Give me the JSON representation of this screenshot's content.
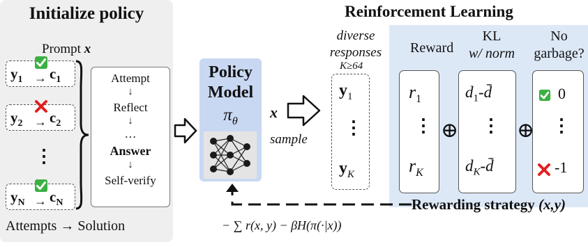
{
  "init_panel": {
    "title": "Initialize policy",
    "prompt_prefix": "Prompt ",
    "prompt_var": "x",
    "vdots": "⋮",
    "steps": [
      "Attempt",
      "Reflect",
      "…",
      "Answer",
      "Self-verify"
    ],
    "step_arrow": "↓",
    "caption": "Attempts → Solution",
    "attempts": [
      {
        "y": "y",
        "y_sub": "1",
        "c": "c",
        "c_sub": "1",
        "mark": "check"
      },
      {
        "y": "y",
        "y_sub": "2",
        "c": "c",
        "c_sub": "2",
        "mark": "cross"
      },
      {
        "y": "y",
        "y_sub": "N",
        "c": "c",
        "c_sub": "N",
        "mark": "check"
      }
    ],
    "arrow_glyph": "→"
  },
  "policy": {
    "title_line1": "Policy",
    "title_line2": "Model",
    "symbol": "π",
    "symbol_sub": "θ",
    "icon": "neural-network-icon"
  },
  "flow": {
    "x_label": "x",
    "sample_label": "sample",
    "responses_line1": "diverse",
    "responses_line2": "responses",
    "k_label": "K≥64",
    "responses": [
      "y",
      "⋮",
      "y"
    ],
    "response_subs": [
      "1",
      "",
      "K"
    ]
  },
  "rl": {
    "title": "Reinforcement Learning",
    "reward_header": "Reward",
    "reward_items": [
      "r",
      "⋮",
      "r"
    ],
    "reward_subs": [
      "1",
      "",
      "K"
    ],
    "kl_header_line1": "KL",
    "kl_header_line2": "w/ norm",
    "kl_items": [
      "d",
      "⋮",
      "d"
    ],
    "kl_subs": [
      "1",
      "",
      "K"
    ],
    "kl_bar": "-d̄",
    "garbage_header_line1": "No",
    "garbage_header_line2": "garbage?",
    "garbage_top": "0",
    "garbage_dots": "⋮",
    "garbage_bottom": "-1",
    "oplus": "⊕"
  },
  "strategy": {
    "label": "Rewarding strategy ",
    "args": "(x,y)",
    "formula": "− ∑ r(x, y) − βH(π(·|x))"
  },
  "colors": {
    "panel_gray": "#efefef",
    "policy_blue": "#c9d8f2",
    "rl_blue": "#dde8f7",
    "check_green": "#3cb043",
    "cross_red": "#e02020"
  }
}
